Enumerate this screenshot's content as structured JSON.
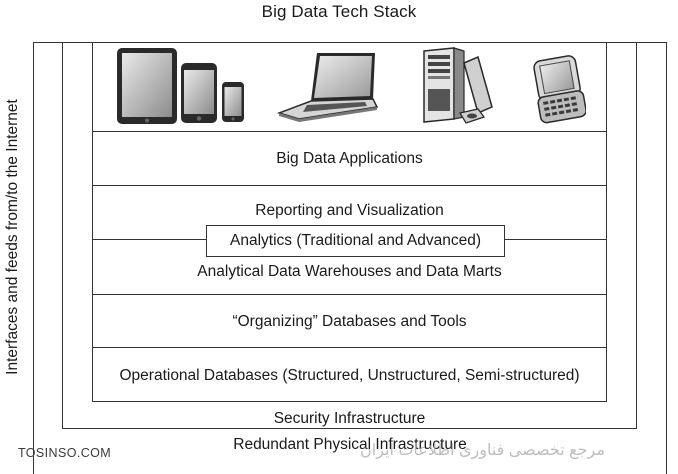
{
  "title": "Big Data Tech Stack",
  "side_label": "Interfaces and feeds from/to the Internet",
  "devices": [
    "tablet",
    "smartphone",
    "small-phone",
    "laptop",
    "server-tower",
    "slider-phone"
  ],
  "layers": {
    "applications": "Big Data Applications",
    "reporting": "Reporting and Visualization",
    "analytics": "Analytics (Traditional and Advanced)",
    "warehouses": "Analytical Data Warehouses and Data Marts",
    "organizing": "“Organizing” Databases and Tools",
    "operational": "Operational Databases (Structured, Unstructured, Semi-structured)",
    "security": "Security Infrastructure",
    "physical": "Redundant Physical Infrastructure"
  },
  "watermark": {
    "left": "TOSINSO.COM",
    "right": "مرجع تخصصی فناوری اطلاعات ایران"
  }
}
